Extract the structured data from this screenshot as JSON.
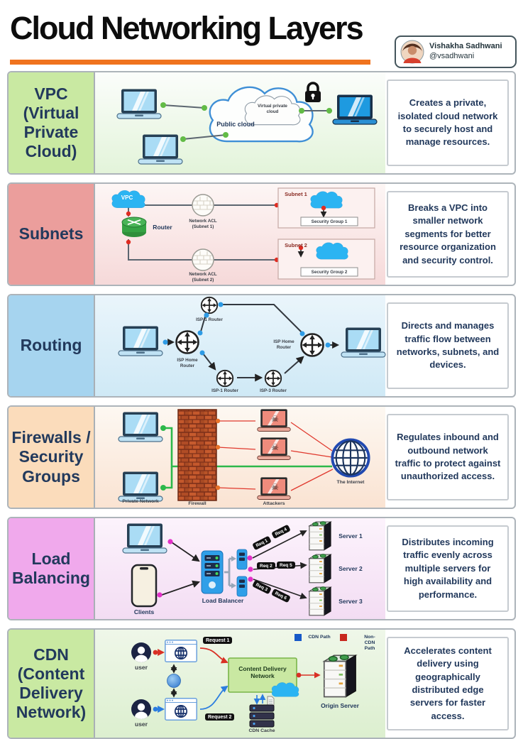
{
  "header": {
    "title": "Cloud Networking Layers",
    "author_name": "Vishakha Sadhwani",
    "author_handle": "@vsadhwani"
  },
  "colors": {
    "accent_orange": "#f0731e",
    "navy_text": "#22395c",
    "vpc_label_bg": "#c9e9a2",
    "subnets_label_bg": "#eb9e9c",
    "routing_label_bg": "#a6d4ef",
    "firewalls_label_bg": "#fbdcbb",
    "load_balancing_label_bg": "#f0a9ec",
    "cdn_label_bg": "#c9e9a2",
    "cdn_path_legend": "#1659c8",
    "non_cdn_path_legend": "#c8281e"
  },
  "rows": [
    {
      "label": "VPC\n(Virtual\nPrivate\nCloud)",
      "description": "Creates a private, isolated cloud network to securely host and manage resources.",
      "diagram": {
        "public_cloud": "Public cloud",
        "virtual_private_cloud": "Virtual private\ncloud"
      }
    },
    {
      "label": "Subnets",
      "description": "Breaks a VPC into smaller network segments for better resource organization and security control.",
      "diagram": {
        "vpc": "VPC",
        "router": "Router",
        "acl1": "Network ACL\n(Subnet 1)",
        "acl2": "Network ACL\n(Subnet 2)",
        "subnet1": "Subnet 1",
        "subnet2": "Subnet 2",
        "sg1": "Security Group 1",
        "sg2": "Security Group 2"
      }
    },
    {
      "label": "Routing",
      "description": "Directs and manages traffic flow between networks, subnets, and devices.",
      "diagram": {
        "isp1": "ISP-1 Router",
        "home_left": "ISP Home\nRouter",
        "home_right": "ISP Home\nRouter",
        "isp2": "ISP-1 Router",
        "isp3": "ISP-3 Router"
      }
    },
    {
      "label": "Firewalls /\nSecurity\nGroups",
      "description": "Regulates inbound and outbound network traffic to protect against unauthorized access.",
      "diagram": {
        "private_network": "Private Network",
        "firewall": "Firewall",
        "attackers": "Attackers",
        "internet": "The Internet"
      }
    },
    {
      "label": "Load\nBalancing",
      "description": "Distributes incoming traffic evenly across multiple servers for high availability and performance.",
      "diagram": {
        "clients": "Clients",
        "load_balancer": "Load Balancer",
        "req1": "Req 1",
        "req2": "Req 2",
        "req3": "Req 3",
        "req4": "Req 4",
        "req5": "Req 5",
        "req6": "Req 6",
        "server1": "Server 1",
        "server2": "Server 2",
        "server3": "Server 3"
      }
    },
    {
      "label": "CDN\n(Content\nDelivery\nNetwork)",
      "description": "Accelerates content delivery using geographically distributed edge servers for faster access.",
      "diagram": {
        "legend_cdn": "CDN Path",
        "legend_noncdn": "Non-CDN Path",
        "user1": "user",
        "user2": "user",
        "request1": "Request 1",
        "request2": "Request 2",
        "cdn_box": "Content Delivery\nNetwork",
        "cdn_cache": "CDN Cache",
        "origin_server": "Origin Server"
      }
    }
  ]
}
